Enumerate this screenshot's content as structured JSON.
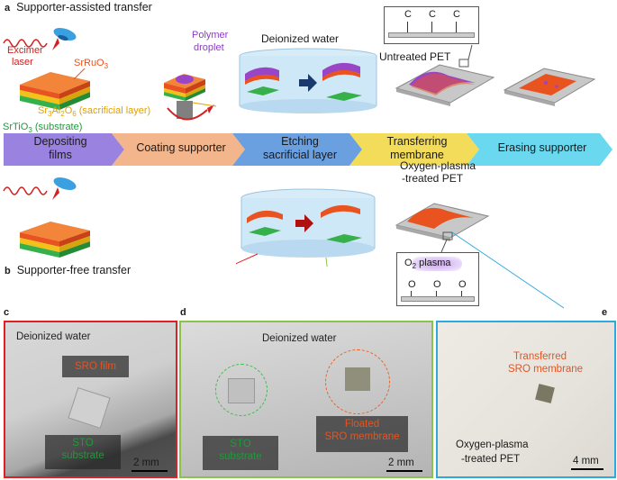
{
  "panel_a": {
    "letter": "a",
    "title": "Supporter-assisted transfer"
  },
  "panel_b": {
    "letter": "b",
    "title": "Supporter-free transfer"
  },
  "labels": {
    "excimer_laser_1": "Excimer",
    "excimer_laser_2": "laser",
    "sro": "SrRuO",
    "sro_sub": "3",
    "sao": "Sr",
    "sao_sub1": "3",
    "sao_mid": "Al",
    "sao_sub2": "2",
    "sao_mid2": "O",
    "sao_sub3": "6",
    "sao_tail": " (sacrificial layer)",
    "sto": "SrTiO",
    "sto_sub": "3",
    "sto_tail": " (substrate)",
    "polymer_1": "Polymer",
    "polymer_2": "droplet",
    "deionized_water": "Deionized water",
    "untreated_pet": "Untreated PET",
    "oxygen_pet_1": "Oxygen-plasma",
    "oxygen_pet_2": "-treated PET",
    "o2_plasma": "O",
    "o2_sub": "2",
    "o2_tail": " plasma",
    "carbon": "C",
    "oxygen": "O"
  },
  "steps": [
    {
      "line1": "Depositing",
      "line2": "films",
      "color": "#9a82e0"
    },
    {
      "line1": "Coating supporter",
      "line2": "",
      "color": "#f2b58c"
    },
    {
      "line1": "Etching",
      "line2": "sacrificial layer",
      "color": "#6a9fe0"
    },
    {
      "line1": "Transferring",
      "line2": "membrane",
      "color": "#f2dc5a"
    },
    {
      "line1": "Erasing supporter",
      "line2": "",
      "color": "#6ad8ee"
    }
  ],
  "photos": {
    "c": {
      "letter": "c",
      "caption": "Deionized water",
      "box1": "SRO film",
      "box2_1": "STO",
      "box2_2": "substrate",
      "scale": "2 mm",
      "border": "#e02020"
    },
    "d": {
      "letter": "d",
      "caption": "Deionized water",
      "box1_1": "STO",
      "box1_2": "substrate",
      "box2_1": "Floated",
      "box2_2": "SRO membrane",
      "scale": "2 mm",
      "border": "#8bc34a"
    },
    "e": {
      "letter": "e",
      "caption1": "Transferred",
      "caption2": "SRO membrane",
      "pet1": "Oxygen-plasma",
      "pet2": "-treated PET",
      "scale": "4 mm",
      "border": "#2fa8e0"
    }
  },
  "colors": {
    "sro": "#e8531f",
    "sao": "#f2c21a",
    "sto": "#35b04a",
    "polymer": "#9a45c8",
    "water": "#cfe8f7",
    "arrow_a": "#1a3a6e",
    "arrow_b": "#b01010"
  }
}
